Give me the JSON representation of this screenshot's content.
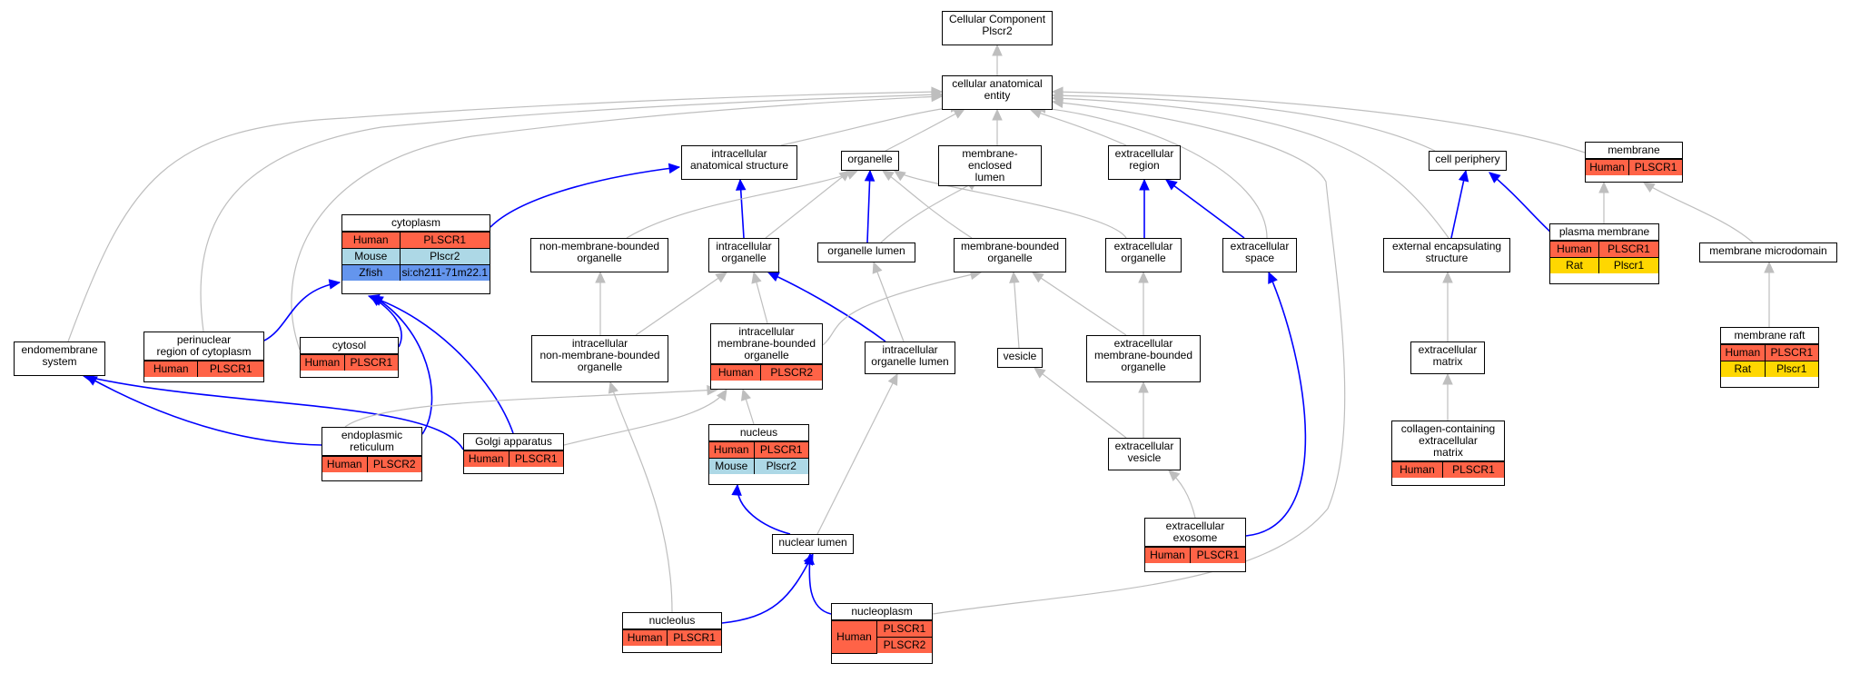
{
  "nodes": {
    "cc_root": {
      "lines": [
        "Cellular Component",
        "Plscr2"
      ]
    },
    "cae": {
      "lines": [
        "cellular anatomical",
        "entity"
      ]
    },
    "ias": {
      "lines": [
        "intracellular",
        "anatomical structure"
      ]
    },
    "organelle": {
      "lines": [
        "organelle"
      ]
    },
    "mel": {
      "lines": [
        "membrane-enclosed",
        "lumen"
      ]
    },
    "ecr": {
      "lines": [
        "extracellular",
        "region"
      ]
    },
    "cellper": {
      "lines": [
        "cell periphery"
      ]
    },
    "membrane": {
      "lines": [
        "membrane"
      ],
      "rows": [
        {
          "species": "Human",
          "genes": [
            "PLSCR1"
          ]
        }
      ]
    },
    "cytoplasm": {
      "lines": [
        "cytoplasm"
      ],
      "rows": [
        {
          "species": "Human",
          "genes": [
            "PLSCR1"
          ]
        },
        {
          "species": "Mouse",
          "genes": [
            "Plscr2"
          ]
        },
        {
          "species": "Zfish",
          "genes": [
            "si:ch211-71m22.1"
          ]
        }
      ]
    },
    "nmbo": {
      "lines": [
        "non-membrane-bounded",
        "organelle"
      ]
    },
    "io": {
      "lines": [
        "intracellular",
        "organelle"
      ]
    },
    "ol": {
      "lines": [
        "organelle lumen"
      ]
    },
    "mbo": {
      "lines": [
        "membrane-bounded",
        "organelle"
      ]
    },
    "eco": {
      "lines": [
        "extracellular",
        "organelle"
      ]
    },
    "ecs": {
      "lines": [
        "extracellular",
        "space"
      ]
    },
    "ees": {
      "lines": [
        "external encapsulating",
        "structure"
      ]
    },
    "pm": {
      "lines": [
        "plasma membrane"
      ],
      "rows": [
        {
          "species": "Human",
          "genes": [
            "PLSCR1"
          ]
        },
        {
          "species": "Rat",
          "genes": [
            "Plscr1"
          ]
        }
      ]
    },
    "mmd": {
      "lines": [
        "membrane microdomain"
      ]
    },
    "ems": {
      "lines": [
        "endomembrane",
        "system"
      ]
    },
    "prc": {
      "lines": [
        "perinuclear",
        "region of cytoplasm"
      ],
      "rows": [
        {
          "species": "Human",
          "genes": [
            "PLSCR1"
          ]
        }
      ]
    },
    "cytosol": {
      "lines": [
        "cytosol"
      ],
      "rows": [
        {
          "species": "Human",
          "genes": [
            "PLSCR1"
          ]
        }
      ]
    },
    "inmbo": {
      "lines": [
        "intracellular",
        "non-membrane-bounded",
        "organelle"
      ]
    },
    "imbo": {
      "lines": [
        "intracellular",
        "membrane-bounded",
        "organelle"
      ],
      "rows": [
        {
          "species": "Human",
          "genes": [
            "PLSCR2"
          ]
        }
      ]
    },
    "iol": {
      "lines": [
        "intracellular",
        "organelle lumen"
      ]
    },
    "vesicle": {
      "lines": [
        "vesicle"
      ]
    },
    "ecmbo": {
      "lines": [
        "extracellular",
        "membrane-bounded",
        "organelle"
      ]
    },
    "ecm": {
      "lines": [
        "extracellular",
        "matrix"
      ]
    },
    "mraft": {
      "lines": [
        "membrane raft"
      ],
      "rows": [
        {
          "species": "Human",
          "genes": [
            "PLSCR1"
          ]
        },
        {
          "species": "Rat",
          "genes": [
            "Plscr1"
          ]
        }
      ]
    },
    "er": {
      "lines": [
        "endoplasmic",
        "reticulum"
      ],
      "rows": [
        {
          "species": "Human",
          "genes": [
            "PLSCR2"
          ]
        }
      ]
    },
    "golgi": {
      "lines": [
        "Golgi apparatus"
      ],
      "rows": [
        {
          "species": "Human",
          "genes": [
            "PLSCR1"
          ]
        }
      ]
    },
    "nucleus": {
      "lines": [
        "nucleus"
      ],
      "rows": [
        {
          "species": "Human",
          "genes": [
            "PLSCR1"
          ]
        },
        {
          "species": "Mouse",
          "genes": [
            "Plscr2"
          ]
        }
      ]
    },
    "ecv": {
      "lines": [
        "extracellular",
        "vesicle"
      ]
    },
    "ccecm": {
      "lines": [
        "collagen-containing",
        "extracellular",
        "matrix"
      ],
      "rows": [
        {
          "species": "Human",
          "genes": [
            "PLSCR1"
          ]
        }
      ]
    },
    "nl": {
      "lines": [
        "nuclear lumen"
      ]
    },
    "exo": {
      "lines": [
        "extracellular",
        "exosome"
      ],
      "rows": [
        {
          "species": "Human",
          "genes": [
            "PLSCR1"
          ]
        }
      ]
    },
    "nucleolus": {
      "lines": [
        "nucleolus"
      ],
      "rows": [
        {
          "species": "Human",
          "genes": [
            "PLSCR1"
          ]
        }
      ]
    },
    "nucleoplasm": {
      "lines": [
        "nucleoplasm"
      ],
      "rows": [
        {
          "species": "Human",
          "genes": [
            "PLSCR1",
            "PLSCR2"
          ]
        }
      ]
    }
  },
  "colors": {
    "Human": "#ff6347",
    "Mouse": "#add8e6",
    "Zfish": "#6495ed",
    "Rat": "#ffd700",
    "edge_gray": "#bebebe",
    "edge_blue": "#0000ff"
  }
}
